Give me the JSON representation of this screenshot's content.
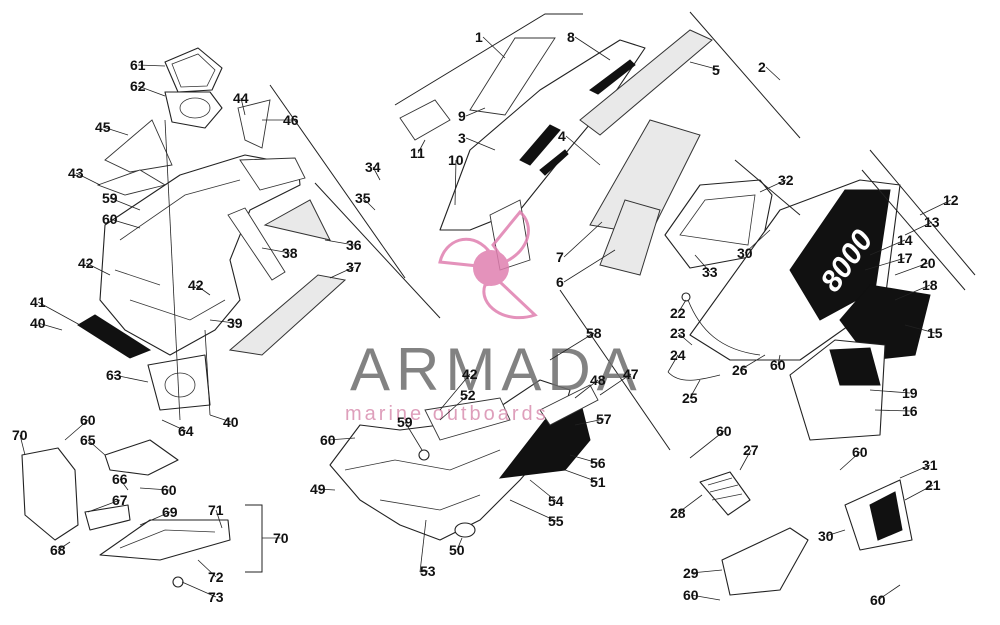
{
  "watermark": {
    "brand": "ARMADA",
    "tagline": "marine outboards",
    "logo_color": "#e07fb0",
    "text_color": "#6d6d6d"
  },
  "decal": {
    "model_text": "8000"
  },
  "callouts": [
    {
      "id": "c1",
      "label": "1"
    },
    {
      "id": "c2",
      "label": "2"
    },
    {
      "id": "c3",
      "label": "3"
    },
    {
      "id": "c4",
      "label": "4"
    },
    {
      "id": "c5",
      "label": "5"
    },
    {
      "id": "c6",
      "label": "6"
    },
    {
      "id": "c7",
      "label": "7"
    },
    {
      "id": "c8",
      "label": "8"
    },
    {
      "id": "c9",
      "label": "9"
    },
    {
      "id": "c10",
      "label": "10"
    },
    {
      "id": "c11",
      "label": "11"
    },
    {
      "id": "c12",
      "label": "12"
    },
    {
      "id": "c13",
      "label": "13"
    },
    {
      "id": "c14",
      "label": "14"
    },
    {
      "id": "c15",
      "label": "15"
    },
    {
      "id": "c16",
      "label": "16"
    },
    {
      "id": "c17",
      "label": "17"
    },
    {
      "id": "c18",
      "label": "18"
    },
    {
      "id": "c19",
      "label": "19"
    },
    {
      "id": "c20",
      "label": "20"
    },
    {
      "id": "c21",
      "label": "21"
    },
    {
      "id": "c22",
      "label": "22"
    },
    {
      "id": "c23",
      "label": "23"
    },
    {
      "id": "c24",
      "label": "24"
    },
    {
      "id": "c25",
      "label": "25"
    },
    {
      "id": "c26",
      "label": "26"
    },
    {
      "id": "c27",
      "label": "27"
    },
    {
      "id": "c28",
      "label": "28"
    },
    {
      "id": "c29",
      "label": "29"
    },
    {
      "id": "c30a",
      "label": "30"
    },
    {
      "id": "c30b",
      "label": "30"
    },
    {
      "id": "c31",
      "label": "31"
    },
    {
      "id": "c32",
      "label": "32"
    },
    {
      "id": "c33",
      "label": "33"
    },
    {
      "id": "c34",
      "label": "34"
    },
    {
      "id": "c35",
      "label": "35"
    },
    {
      "id": "c36",
      "label": "36"
    },
    {
      "id": "c37",
      "label": "37"
    },
    {
      "id": "c38",
      "label": "38"
    },
    {
      "id": "c39",
      "label": "39"
    },
    {
      "id": "c40a",
      "label": "40"
    },
    {
      "id": "c40b",
      "label": "40"
    },
    {
      "id": "c41",
      "label": "41"
    },
    {
      "id": "c42a",
      "label": "42"
    },
    {
      "id": "c42b",
      "label": "42"
    },
    {
      "id": "c42c",
      "label": "42"
    },
    {
      "id": "c43",
      "label": "43"
    },
    {
      "id": "c44",
      "label": "44"
    },
    {
      "id": "c45",
      "label": "45"
    },
    {
      "id": "c46",
      "label": "46"
    },
    {
      "id": "c47",
      "label": "47"
    },
    {
      "id": "c48",
      "label": "48"
    },
    {
      "id": "c49",
      "label": "49"
    },
    {
      "id": "c50",
      "label": "50"
    },
    {
      "id": "c51",
      "label": "51"
    },
    {
      "id": "c52",
      "label": "52"
    },
    {
      "id": "c53",
      "label": "53"
    },
    {
      "id": "c54",
      "label": "54"
    },
    {
      "id": "c55",
      "label": "55"
    },
    {
      "id": "c56",
      "label": "56"
    },
    {
      "id": "c57",
      "label": "57"
    },
    {
      "id": "c58",
      "label": "58"
    },
    {
      "id": "c59a",
      "label": "59"
    },
    {
      "id": "c59b",
      "label": "59"
    },
    {
      "id": "c60a",
      "label": "60"
    },
    {
      "id": "c60b",
      "label": "60"
    },
    {
      "id": "c60c",
      "label": "60"
    },
    {
      "id": "c60d",
      "label": "60"
    },
    {
      "id": "c60e",
      "label": "60"
    },
    {
      "id": "c60f",
      "label": "60"
    },
    {
      "id": "c60g",
      "label": "60"
    },
    {
      "id": "c60h",
      "label": "60"
    },
    {
      "id": "c60i",
      "label": "60"
    },
    {
      "id": "c61",
      "label": "61"
    },
    {
      "id": "c62",
      "label": "62"
    },
    {
      "id": "c63",
      "label": "63"
    },
    {
      "id": "c64",
      "label": "64"
    },
    {
      "id": "c65",
      "label": "65"
    },
    {
      "id": "c66",
      "label": "66"
    },
    {
      "id": "c67",
      "label": "67"
    },
    {
      "id": "c68",
      "label": "68"
    },
    {
      "id": "c69",
      "label": "69"
    },
    {
      "id": "c70a",
      "label": "70"
    },
    {
      "id": "c70b",
      "label": "70"
    },
    {
      "id": "c71",
      "label": "71"
    },
    {
      "id": "c72",
      "label": "72"
    },
    {
      "id": "c73",
      "label": "73"
    }
  ]
}
